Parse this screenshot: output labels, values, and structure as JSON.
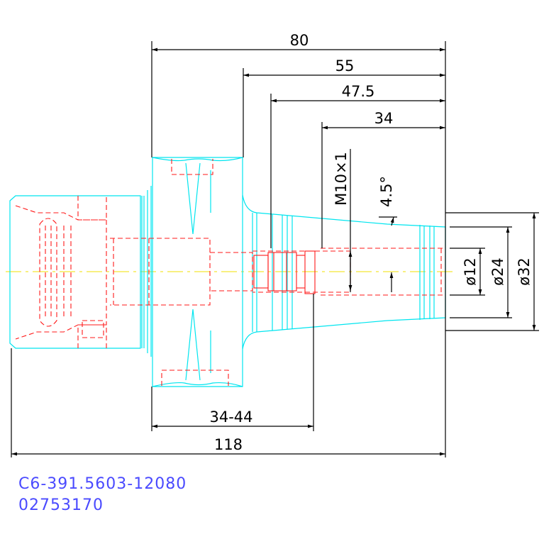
{
  "dimensions": {
    "len_80": "80",
    "len_55": "55",
    "len_47_5": "47.5",
    "len_34": "34",
    "thread": "M10×1",
    "angle": "4.5°",
    "len_34_44": "34-44",
    "len_118": "118",
    "dia_12": "ø12",
    "dia_24": "ø24",
    "dia_32": "ø32"
  },
  "part": {
    "code": "C6-391.5603-12080",
    "number": "02753170"
  },
  "colors": {
    "outline": "#00e5ef",
    "hidden": "#ff1a1a",
    "centerline": "#f0e000",
    "dimension": "#000000",
    "code_text": "#4a4aff"
  }
}
